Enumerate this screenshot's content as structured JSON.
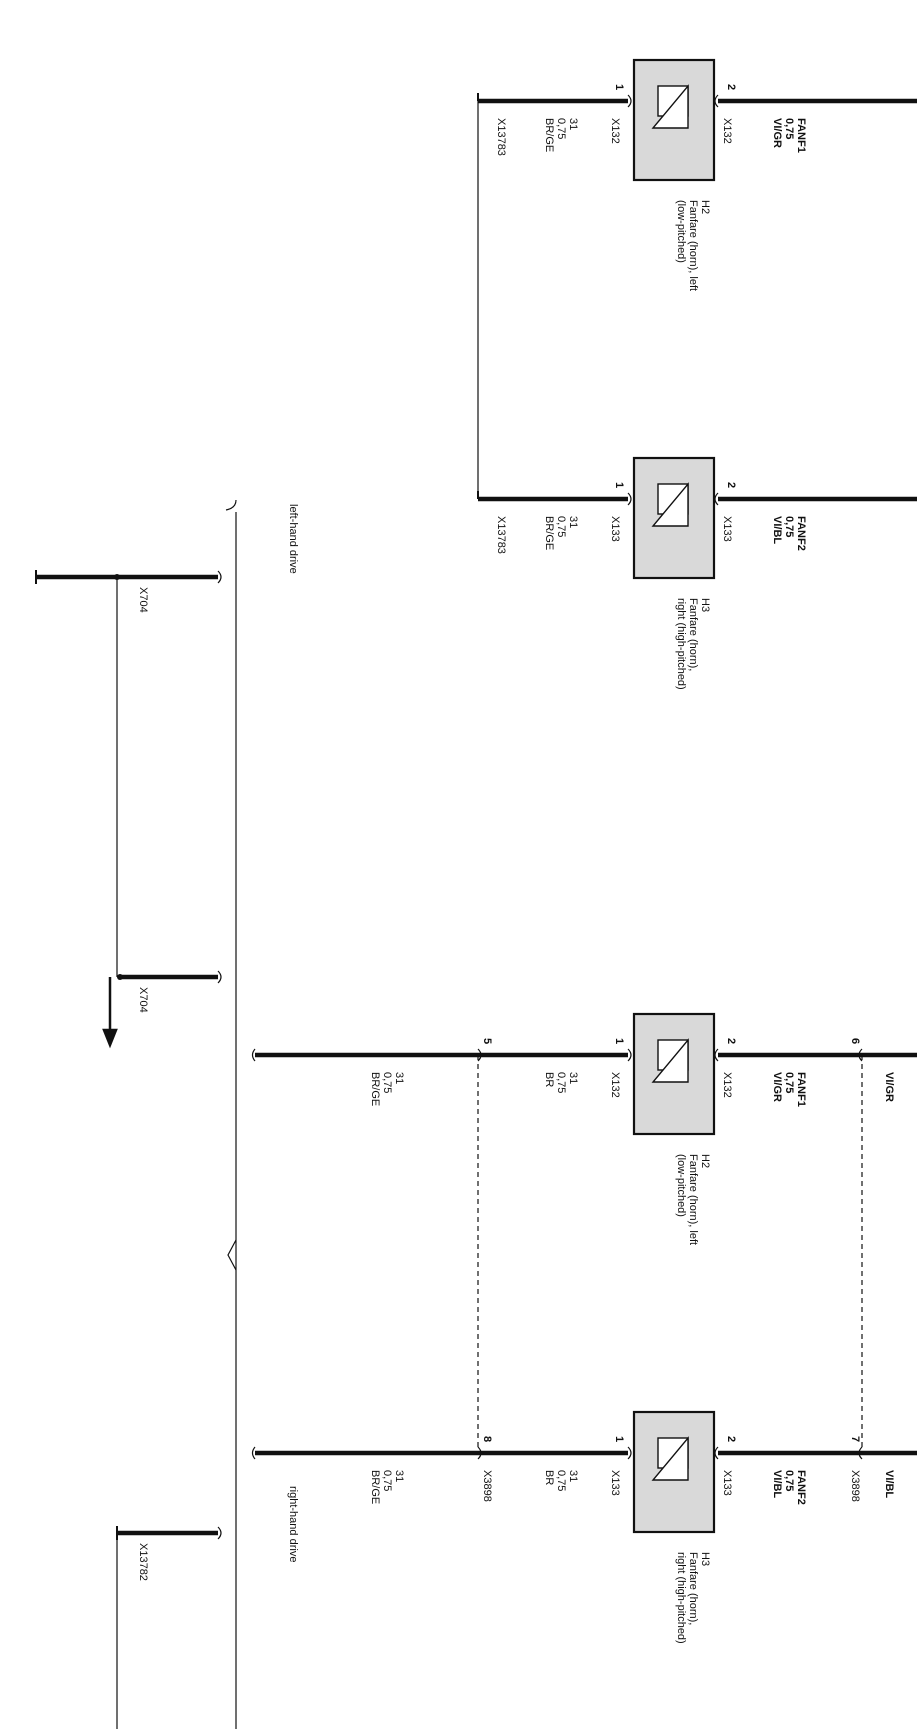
{
  "texts": {
    "x13783": "X13783",
    "x13782": "X13782",
    "x132": "X132",
    "x133": "X133",
    "x3898": "X3898",
    "x704": "X704",
    "w31": "31",
    "w075": "0,75",
    "brge": "BR/GE",
    "br": "BR",
    "fanf1": "FANF1",
    "fanf2": "FANF2",
    "vigr": "VI/GR",
    "vibl": "VI/BL",
    "p1": "1",
    "p2": "2",
    "p5": "5",
    "p6": "6",
    "p7": "7",
    "p8": "8",
    "h2_code": "H2",
    "h2_l1": "Fanfare (horn), left",
    "h2_l2": "(low-pitched)",
    "h3_code": "H3",
    "h3_l1": "Fanfare (horn),",
    "h3_l2": "right (high-pitched)",
    "lhd": "left-hand drive",
    "rhd": "right-hand drive"
  }
}
